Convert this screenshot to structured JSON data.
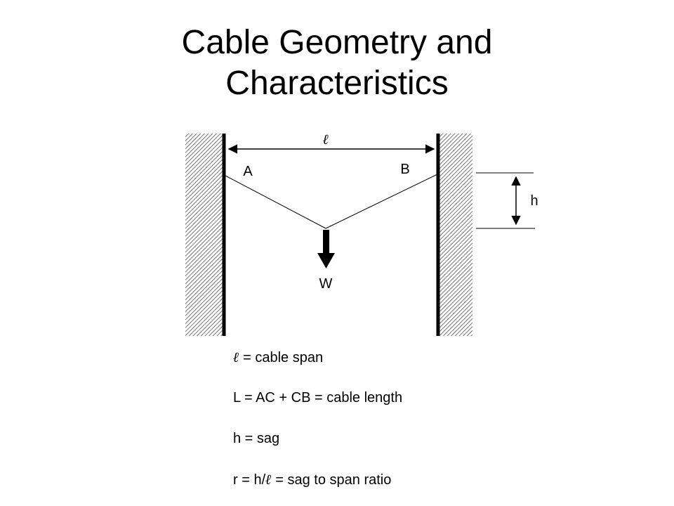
{
  "title": {
    "line1": "Cable Geometry and",
    "line2": "Characteristics"
  },
  "diagram": {
    "span_symbol": "ℓ",
    "point_a": "A",
    "point_b": "B",
    "sag_label": "h",
    "load_label": "W"
  },
  "legend": {
    "span": {
      "symbol": "ℓ",
      "text": " = cable span"
    },
    "length": "L = AC + CB = cable length",
    "sag": "h = sag",
    "ratio": {
      "prefix": "r = h/",
      "symbol": "ℓ",
      "suffix": " = sag to span ratio"
    }
  },
  "colors": {
    "ink": "#000000",
    "hatch": "#555555",
    "background": "#ffffff"
  }
}
